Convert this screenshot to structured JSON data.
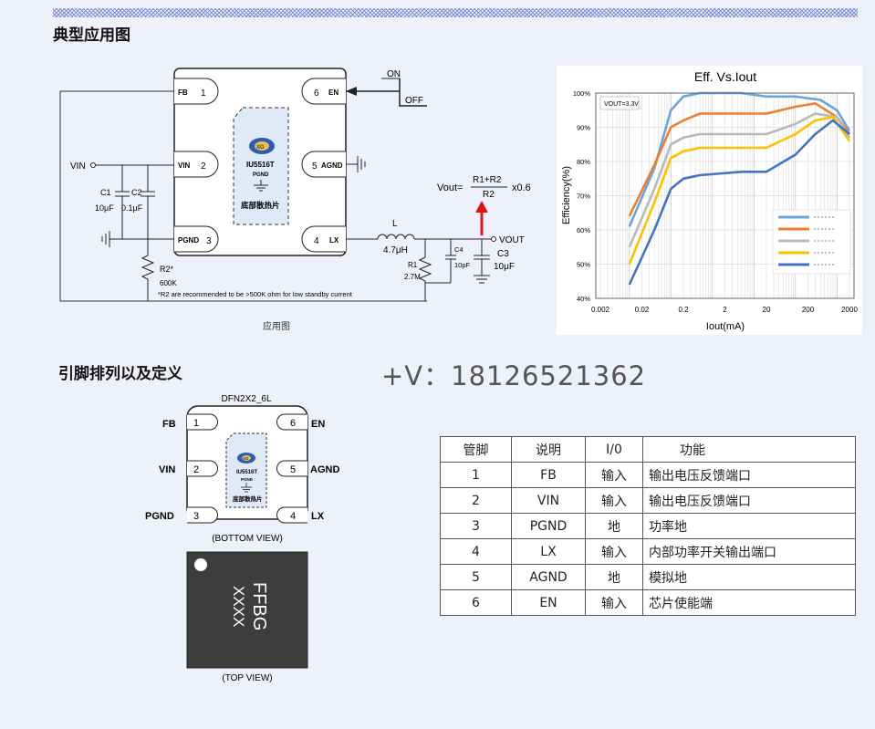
{
  "sections": {
    "app_title": "典型应用图",
    "pin_title": "引脚排列以及定义",
    "app_caption": "应用图",
    "contact": "+V：18126521362"
  },
  "circuit": {
    "chip": {
      "pins": [
        {
          "num": "1",
          "name": "FB"
        },
        {
          "num": "2",
          "name": "VIN"
        },
        {
          "num": "3",
          "name": "PGND"
        },
        {
          "num": "6",
          "name": "EN"
        },
        {
          "num": "5",
          "name": "AGND"
        },
        {
          "num": "4",
          "name": "LX"
        }
      ],
      "logo_text": "XG",
      "part": "IU5516T",
      "pad_label": "PGND",
      "pad_note": "底部散热片"
    },
    "on_label": "ON",
    "off_label": "OFF",
    "vin_label": "VIN",
    "vout_label": "VOUT",
    "c1": {
      "name": "C1",
      "value": "10μF"
    },
    "c2": {
      "name": "C2",
      "value": "0.1μF"
    },
    "r2": {
      "name": "R2*",
      "value": "600K"
    },
    "r1": {
      "name": "R1",
      "value": "2.7M"
    },
    "c4": {
      "name": "C4",
      "value": "10pF"
    },
    "c3": {
      "name": "C3",
      "value": "10μF"
    },
    "inductor": {
      "name": "L",
      "value": "4.7μH"
    },
    "note": "*R2 are recommended to be >500K ohm for low standby current",
    "formula": {
      "lhs": "Vout=",
      "num": "R1+R2",
      "den": "R2",
      "factor": "x0.6"
    }
  },
  "chart_data": {
    "type": "line",
    "title": "Eff. Vs.Iout",
    "xlabel": "Iout(mA)",
    "ylabel": "Efficiency(%)",
    "x_ticks": [
      "0.002",
      "0.02",
      "0.2",
      "2",
      "20",
      "200",
      "2000"
    ],
    "y_ticks": [
      "40%",
      "50%",
      "60%",
      "70%",
      "80%",
      "90%",
      "100%"
    ],
    "ylim": [
      40,
      100
    ],
    "xscale": "log",
    "annotation": "VOUT=3.3V",
    "grid": true,
    "legend_position": "bottom-right",
    "series": [
      {
        "color": "#6aa5dd",
        "points": [
          [
            0.01,
            61
          ],
          [
            0.04,
            78
          ],
          [
            0.1,
            95
          ],
          [
            0.2,
            99
          ],
          [
            0.5,
            100
          ],
          [
            5,
            100
          ],
          [
            20,
            99
          ],
          [
            100,
            99
          ],
          [
            400,
            98
          ],
          [
            1000,
            95
          ],
          [
            2000,
            89
          ]
        ]
      },
      {
        "color": "#ef7d32",
        "points": [
          [
            0.01,
            64
          ],
          [
            0.04,
            79
          ],
          [
            0.1,
            90
          ],
          [
            0.2,
            92
          ],
          [
            0.5,
            94
          ],
          [
            5,
            94
          ],
          [
            20,
            94
          ],
          [
            100,
            96
          ],
          [
            300,
            97
          ],
          [
            1000,
            93
          ],
          [
            2000,
            88
          ]
        ]
      },
      {
        "color": "#b9b9b9",
        "points": [
          [
            0.01,
            55
          ],
          [
            0.04,
            72
          ],
          [
            0.1,
            85
          ],
          [
            0.2,
            87
          ],
          [
            0.5,
            88
          ],
          [
            5,
            88
          ],
          [
            20,
            88
          ],
          [
            100,
            91
          ],
          [
            300,
            94
          ],
          [
            1000,
            93
          ],
          [
            2000,
            87
          ]
        ]
      },
      {
        "color": "#ffc000",
        "points": [
          [
            0.01,
            50
          ],
          [
            0.04,
            68
          ],
          [
            0.1,
            81
          ],
          [
            0.2,
            83
          ],
          [
            0.5,
            84
          ],
          [
            5,
            84
          ],
          [
            20,
            84
          ],
          [
            100,
            88
          ],
          [
            300,
            92
          ],
          [
            800,
            93
          ],
          [
            2000,
            86
          ]
        ]
      },
      {
        "color": "#4472c4",
        "points": [
          [
            0.01,
            44
          ],
          [
            0.04,
            60
          ],
          [
            0.1,
            72
          ],
          [
            0.2,
            75
          ],
          [
            0.5,
            76
          ],
          [
            5,
            77
          ],
          [
            20,
            77
          ],
          [
            100,
            82
          ],
          [
            300,
            88
          ],
          [
            800,
            92
          ],
          [
            2000,
            88
          ]
        ]
      }
    ]
  },
  "package": {
    "name": "DFN2X2_6L",
    "left_pins": [
      {
        "name": "FB",
        "num": "1"
      },
      {
        "name": "VIN",
        "num": "2"
      },
      {
        "name": "PGND",
        "num": "3"
      }
    ],
    "right_pins": [
      {
        "name": "EN",
        "num": "6"
      },
      {
        "name": "AGND",
        "num": "5"
      },
      {
        "name": "LX",
        "num": "4"
      }
    ],
    "logo_text": "XG",
    "part": "IU5516T",
    "pad_label": "PGND",
    "pad_note": "底部散热片",
    "bottom_view": "(BOTTOM VIEW)",
    "top_view": "(TOP VIEW)",
    "marking_line1": "FFBG",
    "marking_line2": "XXXX"
  },
  "pin_table": {
    "headers": [
      "管脚",
      "说明",
      "I/0",
      "功能"
    ],
    "rows": [
      [
        "1",
        "FB",
        "输入",
        "输出电压反馈端口"
      ],
      [
        "2",
        "VIN",
        "输入",
        "输出电压反馈端口"
      ],
      [
        "3",
        "PGND",
        "地",
        "功率地"
      ],
      [
        "4",
        "LX",
        "输入",
        "内部功率开关输出端口"
      ],
      [
        "5",
        "AGND",
        "地",
        "模拟地"
      ],
      [
        "6",
        "EN",
        "输入",
        "芯片使能端"
      ]
    ]
  }
}
